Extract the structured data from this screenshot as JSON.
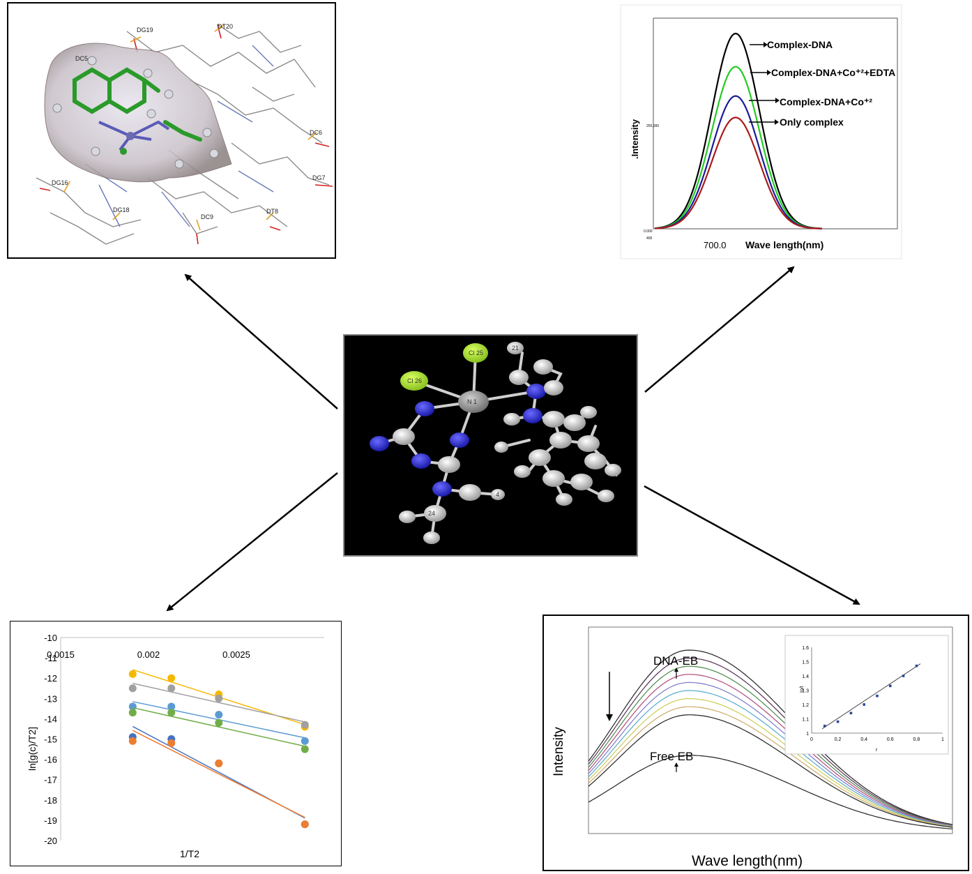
{
  "docking_panel": {
    "residue_labels": [
      "DG19",
      "DT20",
      "DC5",
      "DC6",
      "DG7",
      "DG16",
      "DG18",
      "DC9",
      "DT8"
    ]
  },
  "emission_panel": {
    "ylabel": ".Intensity",
    "xlabel": "Wave length(nm)",
    "x_tick_right": "700.0",
    "x_tick_left": "400",
    "y_ticks_small": [
      "250,000",
      "0.000"
    ],
    "legend": [
      "Complex-DNA",
      "Complex-DNA+Co⁺²+EDTA",
      "Complex-DNA+Co⁺²",
      "Only complex"
    ],
    "colors": [
      "#000000",
      "#22cc22",
      "#1a1a99",
      "#aa1a1a"
    ]
  },
  "center_panel": {
    "atom_labels": [
      "Cl 26",
      "Cl 25",
      "N 1",
      "21",
      "24",
      "4"
    ],
    "background": "#000000"
  },
  "arrhenius_panel": {
    "ylabel": "ln[g(c)/T2]",
    "xlabel": "1/T2",
    "x_tick_labels": [
      "0.0015",
      "0.002",
      "0.0025"
    ],
    "y_tick_labels": [
      "-10",
      "-11",
      "-12",
      "-13",
      "-14",
      "-15",
      "-16",
      "-17",
      "-18",
      "-19",
      "-20"
    ]
  },
  "titration_panel": {
    "ylabel": "Intensity",
    "xlabel": "Wave length(nm)",
    "annotation_top": "DNA-EB",
    "annotation_bottom": "Free EB",
    "inset_ylabel": "Io/I",
    "inset_xlabel": "r",
    "inset_y_ticks": [
      "1.6",
      "1.5",
      "1.4",
      "1.3",
      "1.2",
      "1.1",
      "1"
    ],
    "inset_x_ticks": [
      "0",
      "0.2",
      "0.4",
      "0.6",
      "0.8",
      "1"
    ]
  },
  "chart_data": [
    {
      "type": "line",
      "xlabel": "Wave length(nm)",
      "ylabel": ".Intensity",
      "series": [
        {
          "name": "Complex-DNA",
          "color": "#000000",
          "peak": 1.0
        },
        {
          "name": "Complex-DNA+Co⁺²+EDTA",
          "color": "#22cc22",
          "peak": 0.83
        },
        {
          "name": "Complex-DNA+Co⁺²",
          "color": "#1a1a99",
          "peak": 0.68
        },
        {
          "name": "Only complex",
          "color": "#aa1a1a",
          "peak": 0.57
        }
      ]
    },
    {
      "type": "scatter",
      "xlabel": "1/T2",
      "ylabel": "ln[g(c)/T2]",
      "xlim": [
        0.0015,
        0.003
      ],
      "ylim": [
        -20,
        -10
      ],
      "series": [
        {
          "color": "#f5b800",
          "x": [
            0.00191,
            0.00213,
            0.0024,
            0.00289
          ],
          "y": [
            -11.8,
            -12.0,
            -12.8,
            -14.4
          ]
        },
        {
          "color": "#a0a0a0",
          "x": [
            0.00191,
            0.00213,
            0.0024,
            0.00289
          ],
          "y": [
            -12.5,
            -12.5,
            -13.0,
            -14.3
          ]
        },
        {
          "color": "#5b9bd5",
          "x": [
            0.00191,
            0.00213,
            0.0024,
            0.00289
          ],
          "y": [
            -13.4,
            -13.4,
            -13.8,
            -15.1
          ]
        },
        {
          "color": "#70ad47",
          "x": [
            0.00191,
            0.00213,
            0.0024,
            0.00289
          ],
          "y": [
            -13.7,
            -13.7,
            -14.2,
            -15.5
          ]
        },
        {
          "color": "#4472c4",
          "x": [
            0.00191,
            0.00213,
            0.0024,
            0.00289
          ],
          "y": [
            -14.9,
            -15.0,
            -16.2,
            -19.2
          ]
        },
        {
          "color": "#ed7d31",
          "x": [
            0.00191,
            0.00213,
            0.0024,
            0.00289
          ],
          "y": [
            -15.1,
            -15.2,
            -16.2,
            -19.2
          ]
        }
      ]
    },
    {
      "type": "line",
      "xlabel": "Wave length(nm)",
      "ylabel": "Intensity",
      "curve_peaks": [
        0.9,
        0.86,
        0.82,
        0.78,
        0.74,
        0.7,
        0.66,
        0.62,
        0.58,
        0.38
      ],
      "curve_colors": [
        "#222222",
        "#553355",
        "#4a8a4a",
        "#b04a7a",
        "#7a7acc",
        "#55aacc",
        "#cccc55",
        "#ccaa66",
        "#222222",
        "#222222"
      ],
      "inset": {
        "type": "scatter",
        "xlabel": "r",
        "ylabel": "Io/I",
        "xlim": [
          0,
          1
        ],
        "ylim": [
          1,
          1.6
        ],
        "x": [
          0.1,
          0.2,
          0.3,
          0.4,
          0.5,
          0.6,
          0.7,
          0.8
        ],
        "y": [
          1.05,
          1.08,
          1.14,
          1.2,
          1.26,
          1.33,
          1.4,
          1.47
        ]
      }
    }
  ]
}
